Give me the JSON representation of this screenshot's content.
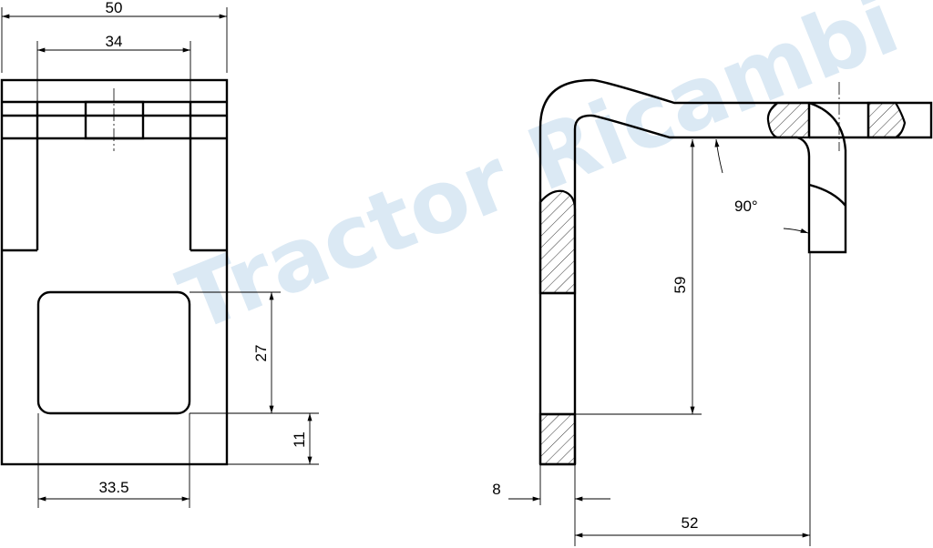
{
  "watermark": "Tractor Ricambi",
  "colors": {
    "line": "#000000",
    "watermark": "#dbe9f4"
  },
  "front_view": {
    "dims": {
      "overall_width": "50",
      "slot_width": "34",
      "window_height": "27",
      "bottom_margin": "11",
      "window_width": "33.5"
    }
  },
  "side_view": {
    "dims": {
      "height": "59",
      "thickness": "8",
      "depth": "52",
      "angle": "90°"
    }
  }
}
